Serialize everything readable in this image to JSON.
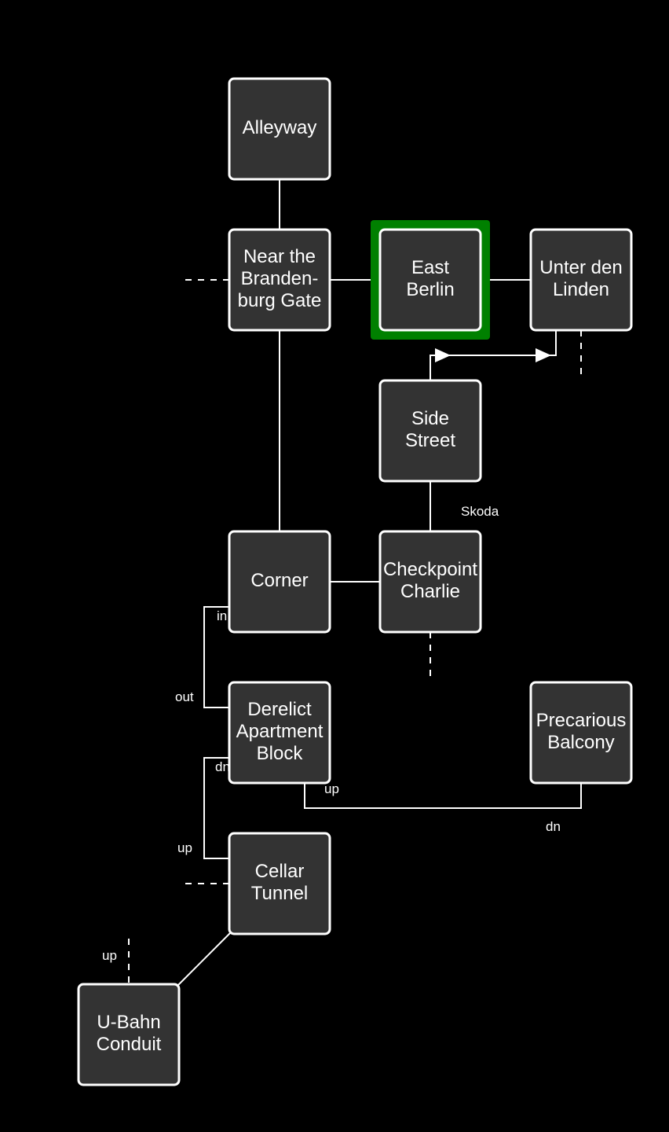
{
  "map": {
    "current_room": "East Berlin",
    "rooms": {
      "alleyway": [
        "Alleyway"
      ],
      "brandenburg": [
        "Near the",
        "Branden-",
        "burg Gate"
      ],
      "east_berlin": [
        "East",
        "Berlin"
      ],
      "unter_den_linden": [
        "Unter den",
        "Linden"
      ],
      "side_street": [
        "Side",
        "Street"
      ],
      "corner": [
        "Corner"
      ],
      "checkpoint_charlie": [
        "Checkpoint",
        "Charlie"
      ],
      "derelict": [
        "Derelict",
        "Apartment",
        "Block"
      ],
      "precarious_balcony": [
        "Precarious",
        "Balcony"
      ],
      "cellar_tunnel": [
        "Cellar",
        "Tunnel"
      ],
      "ubahn_conduit": [
        "U-Bahn",
        "Conduit"
      ]
    },
    "labels": {
      "skoda": "Skoda",
      "corner_in": "in",
      "derelict_out": "out",
      "derelict_dn": "dn",
      "derelict_up": "up",
      "cellar_up": "up",
      "balcony_dn": "dn",
      "ubahn_up": "up"
    },
    "colors": {
      "background": "#000000",
      "room_fill": "#333333",
      "room_border": "#ffffff",
      "current_highlight": "#008000"
    }
  }
}
